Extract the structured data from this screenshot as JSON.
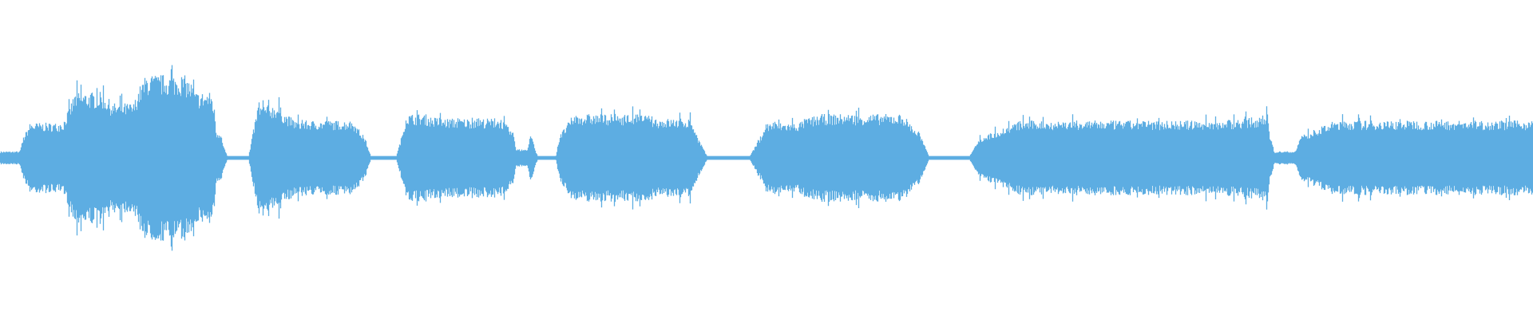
{
  "waveform": {
    "color": "#5dade2",
    "background": "#ffffff",
    "segments": [
      {
        "start": 0.0,
        "end": 0.015,
        "amp": 0.03
      },
      {
        "start": 0.015,
        "end": 0.045,
        "amp": 0.16
      },
      {
        "start": 0.045,
        "end": 0.07,
        "amp": 0.3
      },
      {
        "start": 0.07,
        "end": 0.09,
        "amp": 0.25
      },
      {
        "start": 0.09,
        "end": 0.125,
        "amp": 0.38
      },
      {
        "start": 0.125,
        "end": 0.14,
        "amp": 0.3
      },
      {
        "start": 0.14,
        "end": 0.145,
        "amp": 0.12
      },
      {
        "start": 0.145,
        "end": 0.165,
        "amp": 0.01
      },
      {
        "start": 0.165,
        "end": 0.185,
        "amp": 0.24
      },
      {
        "start": 0.185,
        "end": 0.238,
        "amp": 0.17
      },
      {
        "start": 0.238,
        "end": 0.262,
        "amp": 0.01
      },
      {
        "start": 0.262,
        "end": 0.28,
        "amp": 0.2
      },
      {
        "start": 0.28,
        "end": 0.335,
        "amp": 0.18
      },
      {
        "start": 0.335,
        "end": 0.345,
        "amp": 0.04
      },
      {
        "start": 0.345,
        "end": 0.348,
        "amp": 0.1
      },
      {
        "start": 0.348,
        "end": 0.365,
        "amp": 0.01
      },
      {
        "start": 0.365,
        "end": 0.425,
        "amp": 0.2
      },
      {
        "start": 0.425,
        "end": 0.455,
        "amp": 0.18
      },
      {
        "start": 0.455,
        "end": 0.495,
        "amp": 0.01
      },
      {
        "start": 0.495,
        "end": 0.525,
        "amp": 0.16
      },
      {
        "start": 0.525,
        "end": 0.6,
        "amp": 0.2
      },
      {
        "start": 0.6,
        "end": 0.638,
        "amp": 0.01
      },
      {
        "start": 0.638,
        "end": 0.82,
        "amp": 0.17
      },
      {
        "start": 0.82,
        "end": 0.828,
        "amp": 0.2
      },
      {
        "start": 0.828,
        "end": 0.848,
        "amp": 0.03
      },
      {
        "start": 0.848,
        "end": 1.0,
        "amp": 0.17
      }
    ]
  }
}
